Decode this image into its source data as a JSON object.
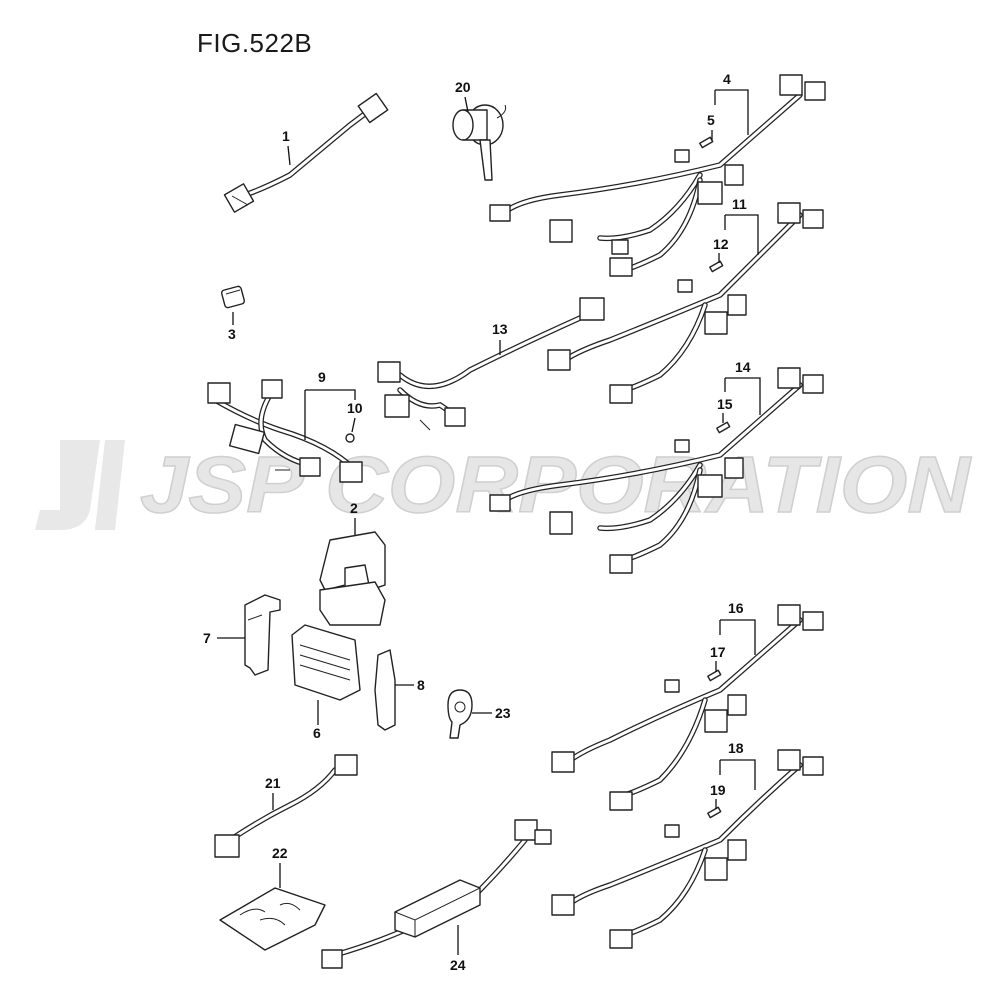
{
  "figure": {
    "title": "FIG.522B"
  },
  "watermark": {
    "text": "JSP CORPORATION"
  },
  "callouts": {
    "c1": "1",
    "c2": "2",
    "c3": "3",
    "c4": "4",
    "c5": "5",
    "c6": "6",
    "c7": "7",
    "c8": "8",
    "c9": "9",
    "c10": "10",
    "c11": "11",
    "c12": "12",
    "c13": "13",
    "c14": "14",
    "c15": "15",
    "c16": "16",
    "c17": "17",
    "c18": "18",
    "c19": "19",
    "c20": "20",
    "c21": "21",
    "c22": "22",
    "c23": "23",
    "c24": "24"
  }
}
